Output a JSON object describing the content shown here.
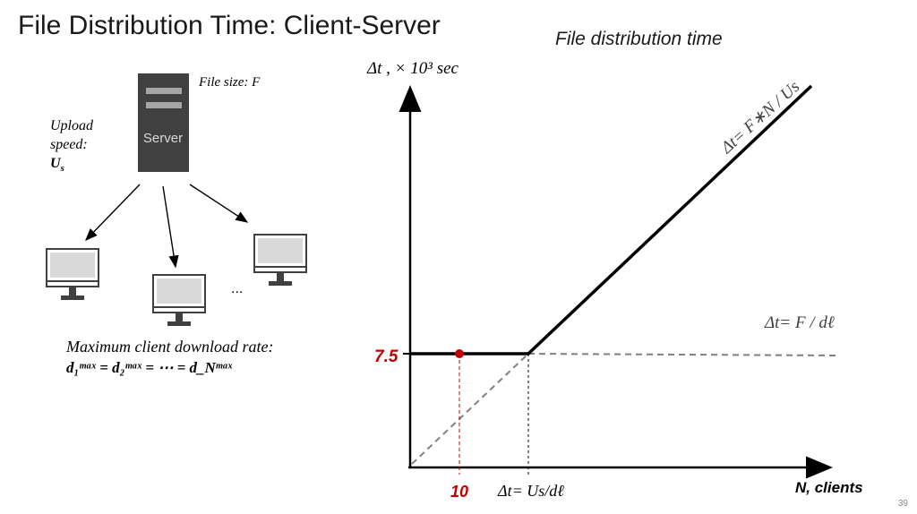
{
  "slide": {
    "title": "File Distribution Time: Client-Server",
    "page_number": "39"
  },
  "diagram": {
    "file_size_label": "File size: F",
    "upload_label_line1": "Upload",
    "upload_label_line2": "speed:",
    "upload_symbol": "U",
    "upload_symbol_sub": "s",
    "server_label": "Server",
    "ellipsis": "...",
    "max_rate_label": "Maximum client download rate:",
    "max_rate_equation": "d₁ᵐᵃˣ = d₂ᵐᵃˣ = ⋯ = d_Nᵐᵃˣ"
  },
  "chart_data": {
    "type": "line",
    "title": "File distribution time",
    "ylabel": "Δt , × 10³ sec",
    "xlabel": "N, clients",
    "y_tick_labels": [
      "7.5"
    ],
    "x_tick_labels": [
      "10",
      "Δt= Us/dℓ"
    ],
    "highlight_point": {
      "x": 10,
      "y": 7.5
    },
    "series": [
      {
        "name": "Δt = F*N / Us",
        "style": "solid"
      },
      {
        "name": "Δt = F / dℓ",
        "style": "dashed"
      }
    ],
    "annotations": {
      "upload_bound": "Δt= F∗N / Us",
      "download_bound": "Δt= F / dℓ"
    },
    "colors": {
      "highlight": "#c00000",
      "curve": "#000000",
      "dashed": "#808080"
    }
  }
}
